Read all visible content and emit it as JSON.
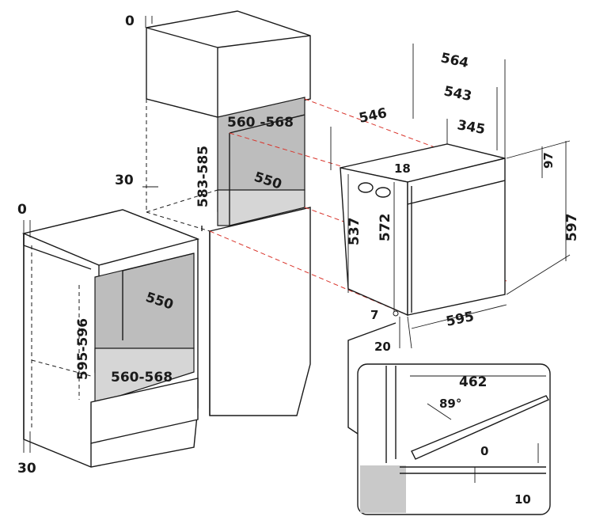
{
  "dimensions": {
    "tall_unit_top_gap": "0",
    "tall_unit_niche_width": "560 -568",
    "tall_unit_niche_height": "583-585",
    "tall_unit_niche_depth": "550",
    "tall_unit_back_gap": "30",
    "base_unit_top_gap": "0",
    "base_unit_niche_height": "595-596",
    "base_unit_niche_depth": "550",
    "base_unit_niche_width": "560-568",
    "base_unit_back_gap": "30",
    "oven_total_depth": "564",
    "oven_body_depth": "543",
    "oven_front_depth": "546",
    "oven_rear_depth": "345",
    "oven_top_offset": "18",
    "oven_top_panel": "97",
    "oven_height": "597",
    "oven_inner_height": "572",
    "oven_side_height": "537",
    "oven_width": "595",
    "oven_bottom_gap": "7",
    "oven_front_thickness": "20",
    "door_width": "462",
    "door_angle": "89°",
    "door_gap_top": "0",
    "door_gap_bottom": "10"
  },
  "colors": {
    "line": "#1a1a1a",
    "guide": "#d9342b",
    "cavity": "#bdbdbd",
    "detail_fill": "#c9c9c9"
  }
}
